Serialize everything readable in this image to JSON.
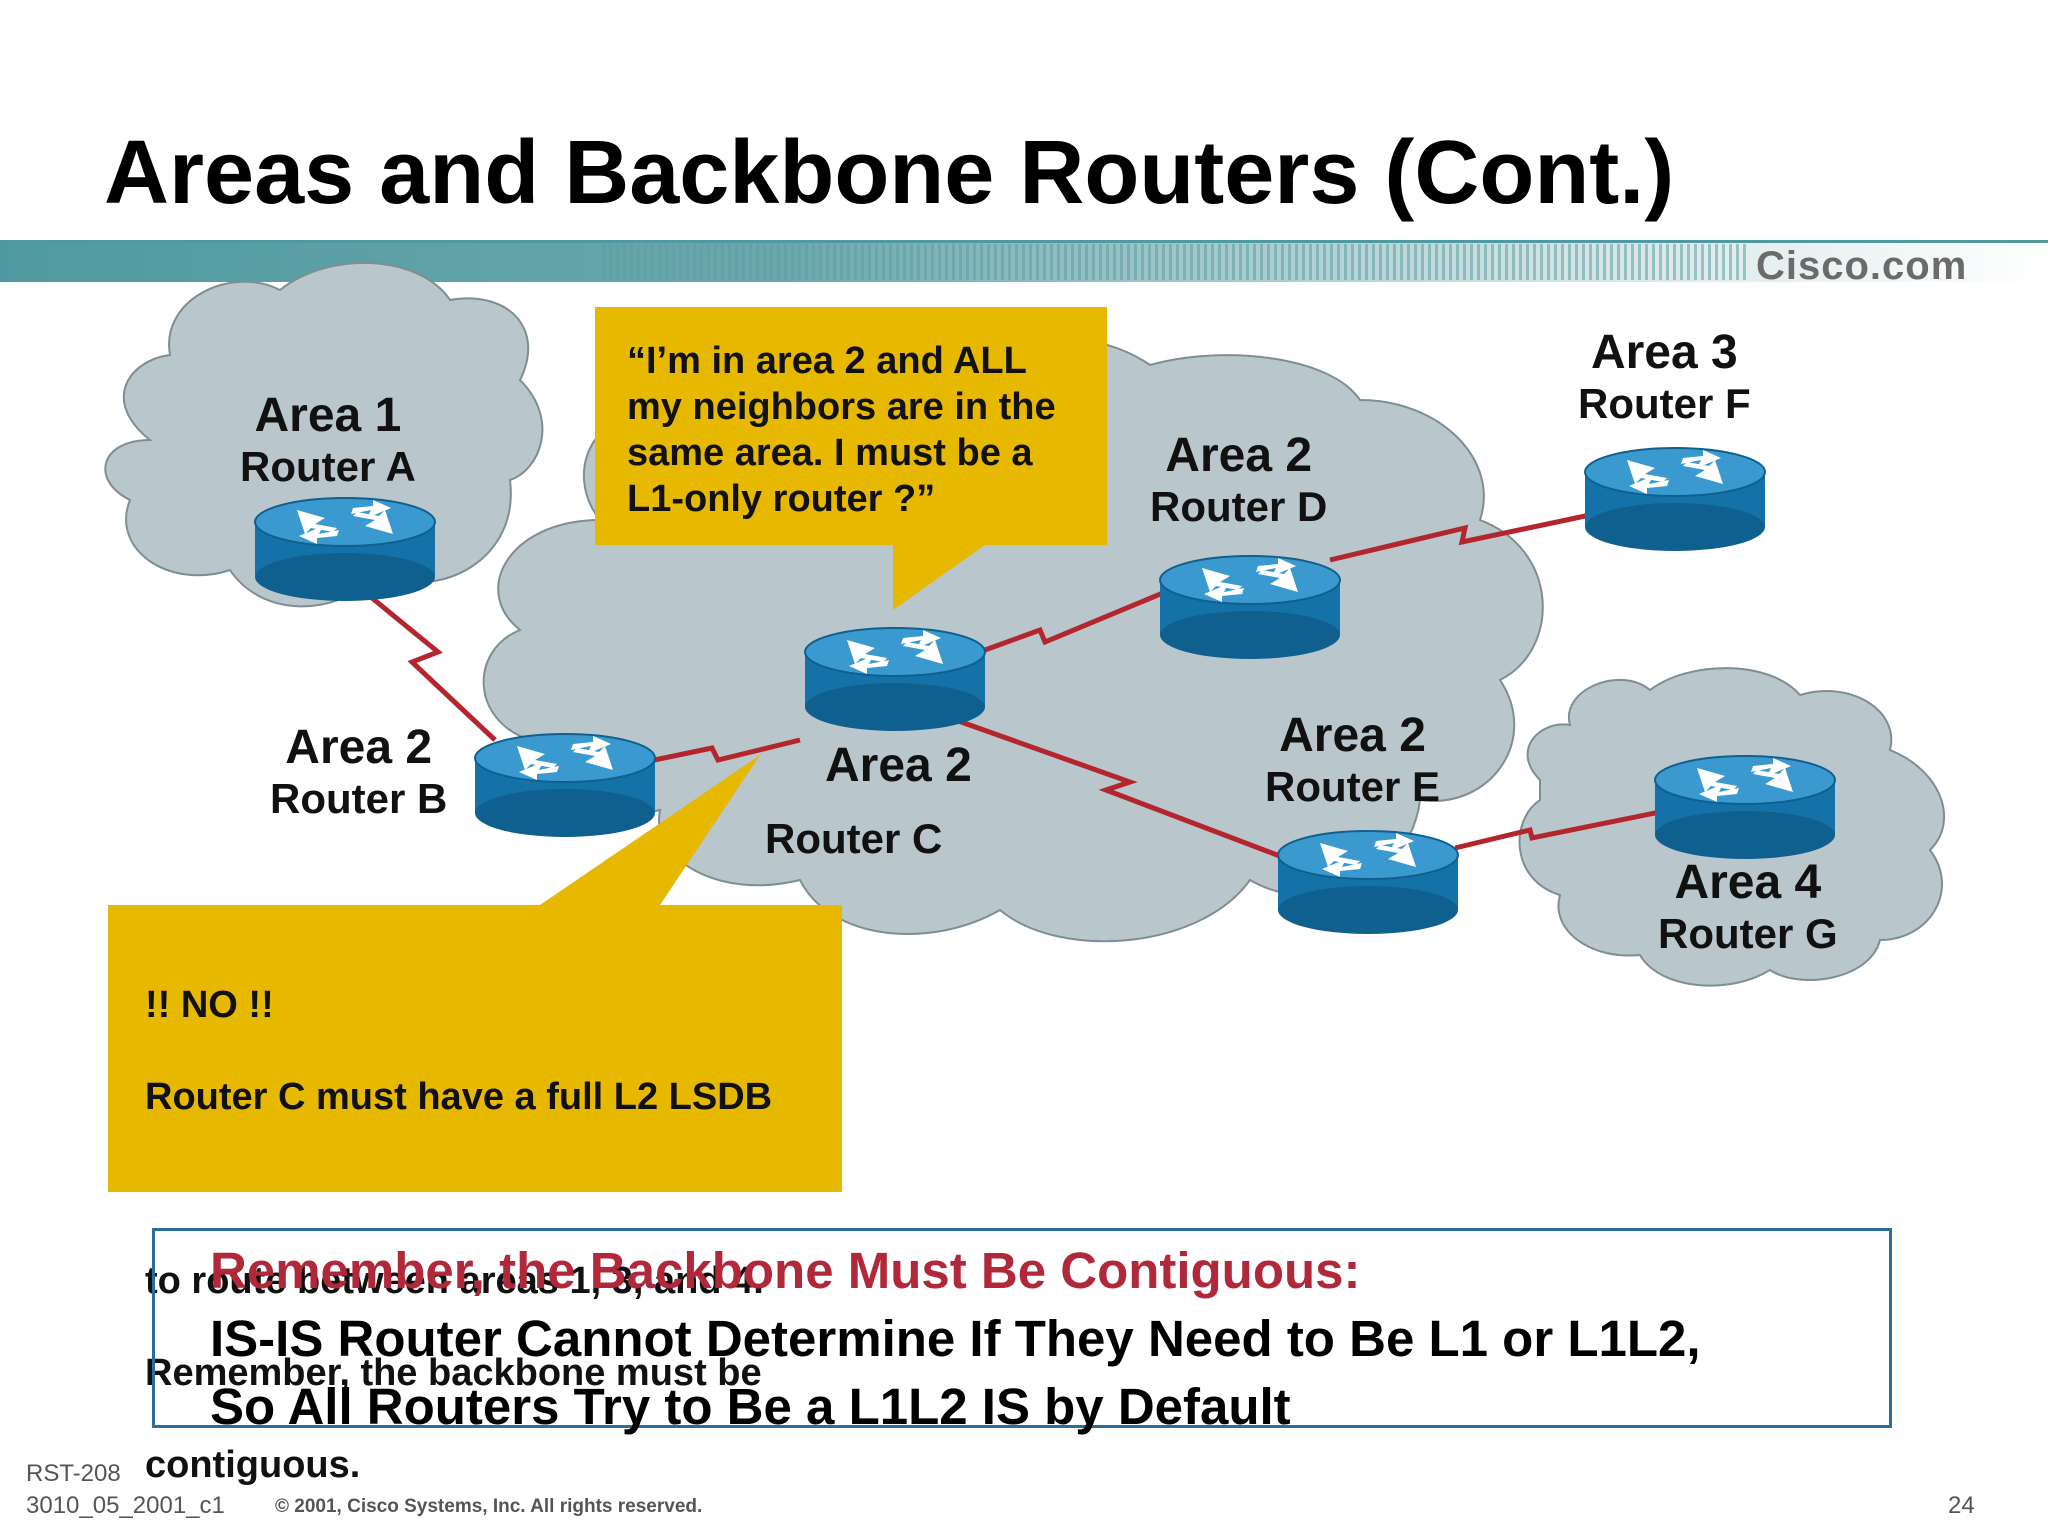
{
  "slide": {
    "title": "Areas and Backbone Routers (Cont.)",
    "brand": "Cisco.com"
  },
  "routers": [
    {
      "area": "Area 1",
      "name": "Router A"
    },
    {
      "area": "Area 2",
      "name": "Router B"
    },
    {
      "area": "Area 2",
      "name": "Router C"
    },
    {
      "area": "Area 2",
      "name": "Router D"
    },
    {
      "area": "Area 2",
      "name": "Router E"
    },
    {
      "area": "Area 3",
      "name": "Router F"
    },
    {
      "area": "Area 4",
      "name": "Router G"
    }
  ],
  "callouts": {
    "router_c_thought": "“I’m in area 2 and ALL\nmy neighbors are in the\nsame area. I must be a\nL1-only router ?”",
    "answer_heading": "!! NO !!",
    "answer_line1": "Router C must have a full L2 LSDB",
    "answer_line2": "to route between areas 1, 3, and 4.",
    "answer_line3": "Remember, the backbone must be",
    "answer_line4": "contiguous."
  },
  "summary": {
    "heading": "Remember, the Backbone Must Be Contiguous:",
    "line1": "IS-IS Router Cannot Determine If They Need to Be L1 or L1L2,",
    "line2": "So All Routers Try to Be a L1L2 IS by Default"
  },
  "footer": {
    "session": "RST-208",
    "doc_id": "3010_05_2001_c1",
    "copyright": "© 2001, Cisco Systems, Inc. All rights reserved.",
    "page": "24"
  },
  "colors": {
    "cloud": "#b9c6cb",
    "callout": "#e6b800",
    "link": "#b3262e",
    "router": "#1f7fb5",
    "accent": "#4f9aa0",
    "summary_heading": "#b0283a"
  }
}
